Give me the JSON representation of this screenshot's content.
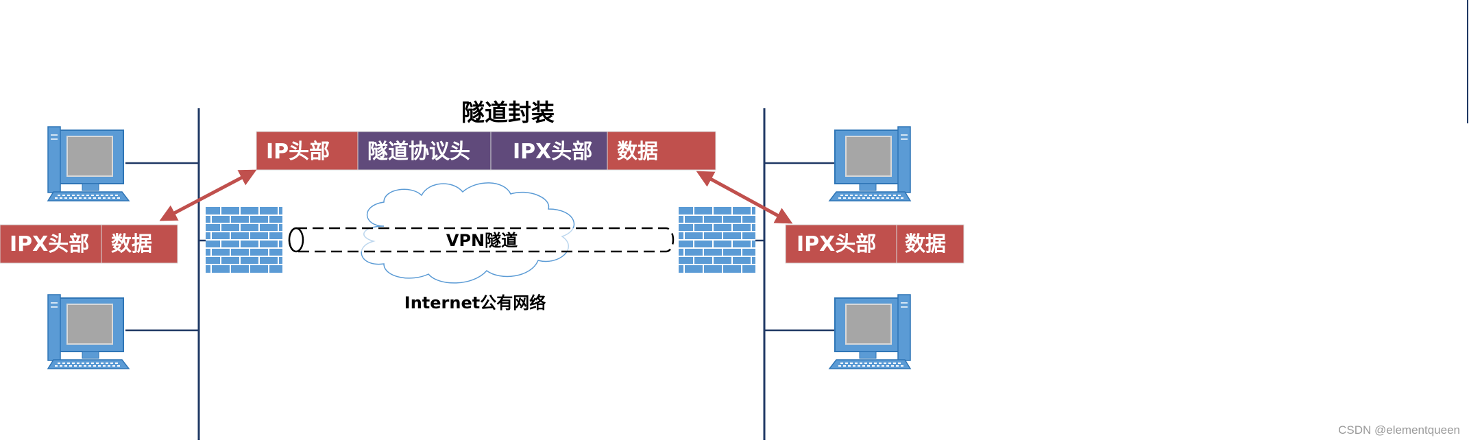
{
  "diagram": {
    "title": "隧道封装",
    "top_packet": [
      {
        "label": "IP头部",
        "color": "#c0504d"
      },
      {
        "label": "隧道协议头",
        "color": "#604a7b"
      },
      {
        "label": "IPX头部",
        "color": "#604a7b"
      },
      {
        "label": "数据",
        "color": "#c0504d"
      }
    ],
    "left_packet": [
      {
        "label": "IPX头部",
        "color": "#c0504d"
      },
      {
        "label": "数据",
        "color": "#c0504d"
      }
    ],
    "right_packet": [
      {
        "label": "IPX头部",
        "color": "#c0504d"
      },
      {
        "label": "数据",
        "color": "#c0504d"
      }
    ],
    "tunnel_label": "VPN隧道",
    "cloud_label": "Internet公有网络",
    "watermark": "CSDN @elementqueen",
    "icons": {
      "computer": "computer-icon",
      "firewall": "firewall-icon",
      "cloud": "cloud-icon"
    },
    "colors": {
      "arrow": "#c0504d",
      "network_line": "#1f3864",
      "firewall": "#5b9bd5",
      "monitor": "#5b9bd5"
    }
  }
}
